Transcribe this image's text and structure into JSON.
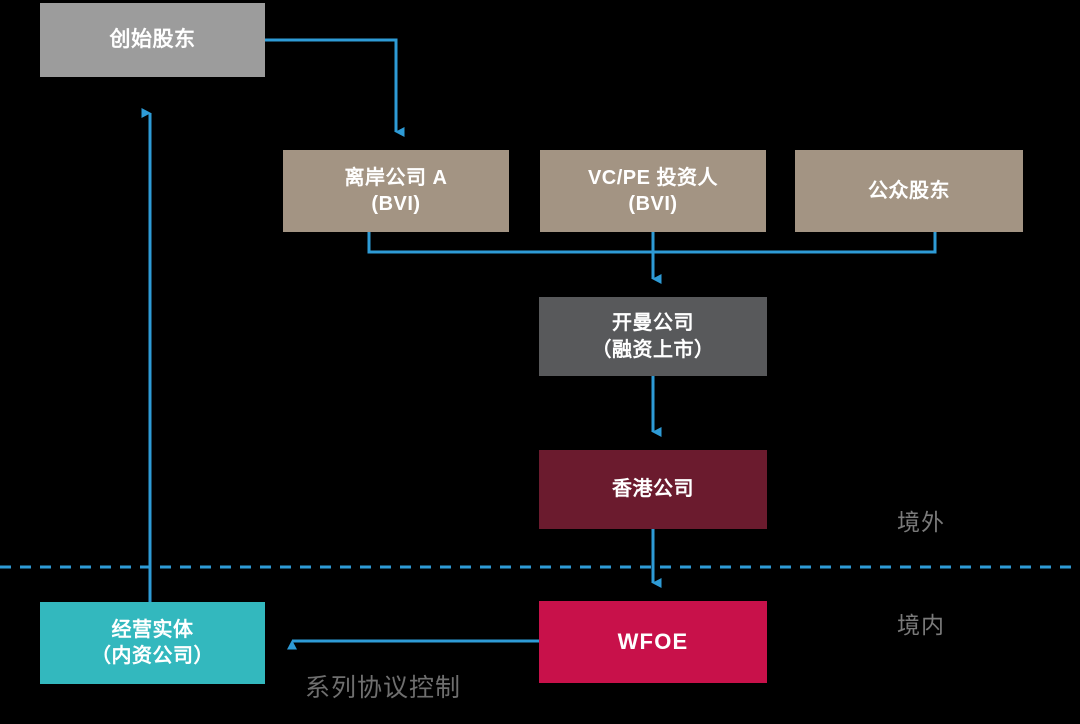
{
  "diagram": {
    "title_visible": false,
    "colors": {
      "background": "#000000",
      "connector": "#2e9bd6",
      "founder_box": "#9c9c9c",
      "bvi_box": "#a39483",
      "cayman_box": "#58595b",
      "hk_box": "#6b1b2e",
      "wfoe_box": "#c8114a",
      "opco_box": "#33b8be",
      "zone_text": "#7a7a7a",
      "node_text": "#ffffff"
    },
    "nodes": [
      {
        "id": "founder",
        "label": "创始股东",
        "line1": "创始股东",
        "line2": ""
      },
      {
        "id": "offshore_a",
        "label": "离岸公司 A (BVI)",
        "line1": "离岸公司 A",
        "line2": "(BVI)"
      },
      {
        "id": "vcpe",
        "label": "VC/PE 投资人 (BVI)",
        "line1": "VC/PE 投资人",
        "line2": "(BVI)"
      },
      {
        "id": "public",
        "label": "公众股东",
        "line1": "公众股东",
        "line2": ""
      },
      {
        "id": "cayman",
        "label": "开曼公司（融资上市）",
        "line1": "开曼公司",
        "line2": "（融资上市）"
      },
      {
        "id": "hk",
        "label": "香港公司",
        "line1": "香港公司",
        "line2": ""
      },
      {
        "id": "wfoe",
        "label": "WFOE",
        "line1": "WFOE",
        "line2": ""
      },
      {
        "id": "opco",
        "label": "经营实体（内资公司）",
        "line1": "经营实体",
        "line2": "（内资公司）"
      }
    ],
    "zones": {
      "offshore": "境外",
      "onshore": "境内"
    },
    "annotations": {
      "vie_control": "系列协议控制"
    },
    "edges": [
      {
        "from": "founder",
        "to": "offshore_a",
        "style": "elbow-arrow"
      },
      {
        "from": "offshore_a",
        "to": "cayman",
        "style": "merge-arrow"
      },
      {
        "from": "vcpe",
        "to": "cayman",
        "style": "merge-arrow"
      },
      {
        "from": "public",
        "to": "cayman",
        "style": "merge-arrow"
      },
      {
        "from": "cayman",
        "to": "hk",
        "style": "straight-arrow"
      },
      {
        "from": "hk",
        "to": "wfoe",
        "style": "straight-arrow"
      },
      {
        "from": "wfoe",
        "to": "opco",
        "style": "straight-arrow"
      },
      {
        "from": "opco",
        "to": "founder",
        "style": "straight-arrow"
      }
    ]
  }
}
